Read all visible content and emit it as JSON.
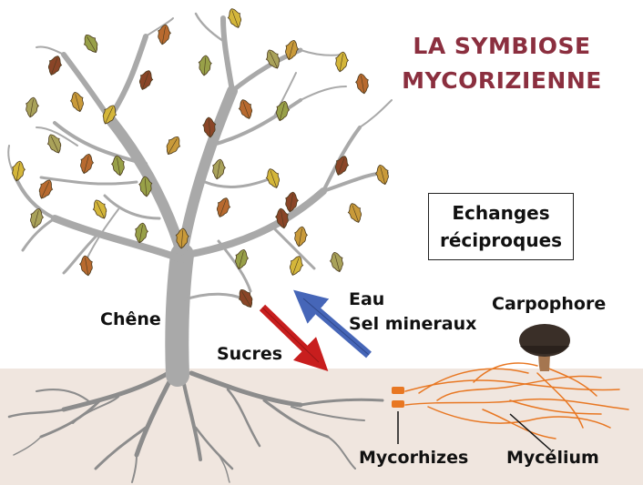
{
  "title": {
    "line1": "LA SYMBIOSE",
    "line2": "MYCORIZIENNE",
    "color": "#8b2f3f"
  },
  "exchange_box": {
    "line1": "Echanges",
    "line2": "réciproques"
  },
  "labels": {
    "tree": "Chêne",
    "sugars": "Sucres",
    "water": "Eau",
    "minerals": "Sel mineraux",
    "fruiting_body": "Carpophore",
    "mycorrhizae": "Mycorhizes",
    "mycelium": "Mycélium"
  },
  "colors": {
    "soil": "#f0e6df",
    "tree": "#a9a9a9",
    "roots": "#8c8c8c",
    "fungus": "#e87722",
    "sugar_arrow": "#c81e1e",
    "water_arrow": "#4666b8",
    "mushroom_cap": "#3a2f28",
    "mushroom_stem": "#a57650"
  },
  "leaf_colors": [
    "#d4b63a",
    "#b86a2f",
    "#98a048",
    "#8a4527",
    "#c99a3a",
    "#a9a25a"
  ]
}
